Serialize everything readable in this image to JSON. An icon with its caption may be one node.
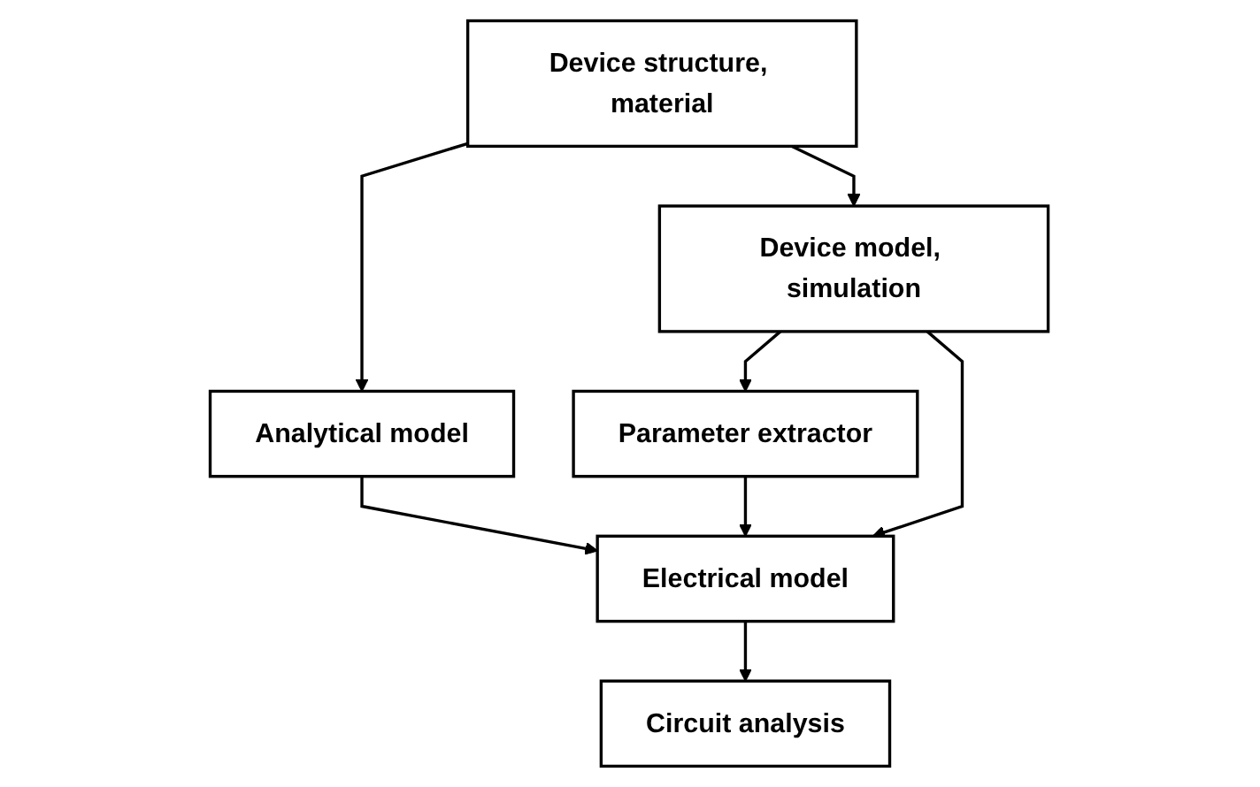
{
  "diagram": {
    "nodes": [
      {
        "text": [
          "Device structure, material"
        ]
      },
      {
        "text": [
          "Analytical model"
        ]
      },
      {
        "text": [
          "Device model, simulation"
        ]
      },
      {
        "text": [
          "Parameter extractor"
        ]
      },
      {
        "text": [
          "Electrical model"
        ]
      },
      {
        "text": [
          "Circuit analysis"
        ]
      }
    ],
    "edges": [
      {
        "from": 0,
        "to": 1,
        "arrow": "to"
      },
      {
        "from": 0,
        "to": 2,
        "arrow": "to"
      },
      {
        "from": 2,
        "to": 3,
        "arrow": "to"
      },
      {
        "from": 2,
        "to": 4,
        "arrow": "to"
      },
      {
        "from": 1,
        "to": 4,
        "arrow": "to"
      },
      {
        "from": 3,
        "to": 4,
        "arrow": "to"
      },
      {
        "from": 4,
        "to": 5,
        "arrow": "to"
      }
    ]
  }
}
